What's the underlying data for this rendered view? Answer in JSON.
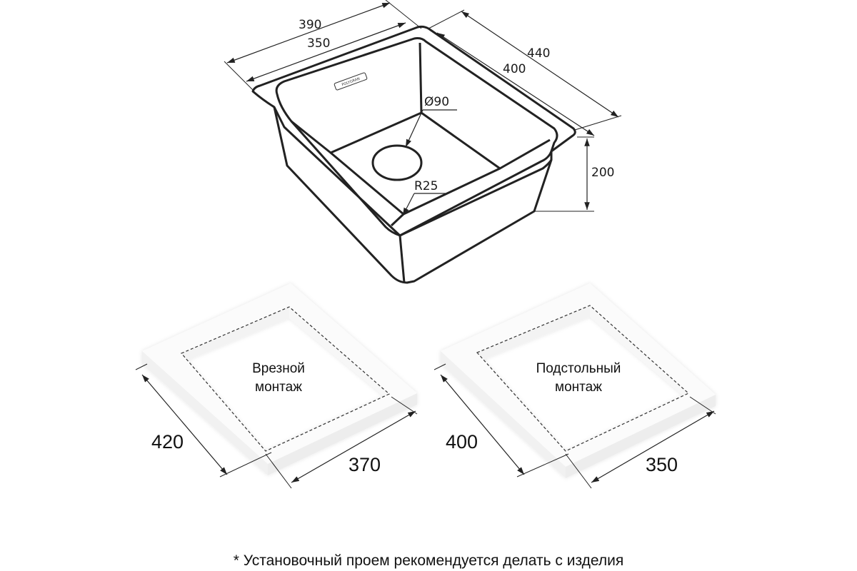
{
  "sink": {
    "brand": "POLYGRAN",
    "dim_outer_width": "390",
    "dim_inner_width": "350",
    "dim_outer_depth": "440",
    "dim_inner_depth": "400",
    "dim_drain": "Ø90",
    "dim_radius": "R25",
    "dim_height": "200"
  },
  "cutouts": [
    {
      "label_line1": "Врезной",
      "label_line2": "монтаж",
      "side_dim": "420",
      "front_dim": "370"
    },
    {
      "label_line1": "Подстольный",
      "label_line2": "монтаж",
      "side_dim": "400",
      "front_dim": "350"
    }
  ],
  "footnote": "* Установочный проем рекомендуется делать с изделия"
}
